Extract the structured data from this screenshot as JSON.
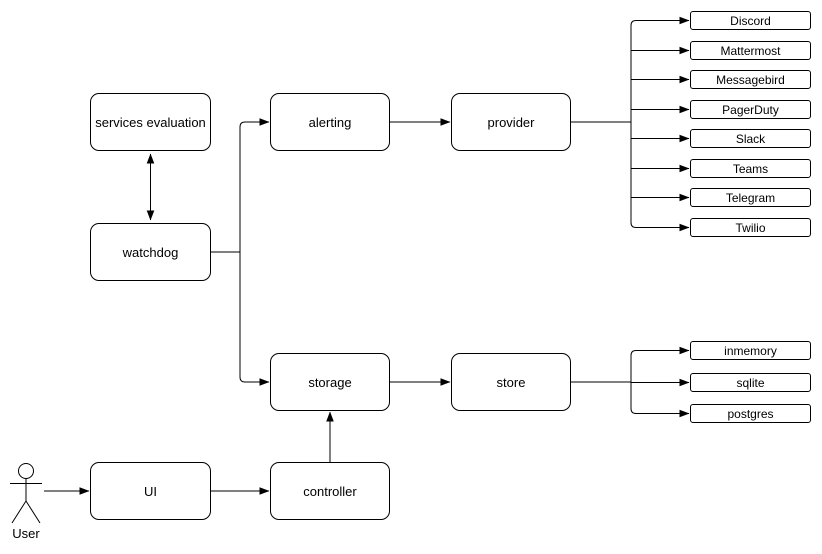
{
  "diagram": {
    "colors": {
      "background": "#ffffff",
      "stroke": "#000000",
      "text": "#000000"
    },
    "nodes": {
      "services_evaluation": "services evaluation",
      "watchdog": "watchdog",
      "alerting": "alerting",
      "provider": "provider",
      "storage": "storage",
      "store": "store",
      "ui": "UI",
      "controller": "controller"
    },
    "provider_targets": [
      "Discord",
      "Mattermost",
      "Messagebird",
      "PagerDuty",
      "Slack",
      "Teams",
      "Telegram",
      "Twilio"
    ],
    "store_targets": [
      "inmemory",
      "sqlite",
      "postgres"
    ],
    "actor": {
      "label": "User"
    },
    "edges": [
      {
        "from": "watchdog",
        "to": "services evaluation",
        "type": "bidirectional"
      },
      {
        "from": "watchdog",
        "to": "alerting",
        "type": "arrow"
      },
      {
        "from": "watchdog",
        "to": "storage",
        "type": "arrow"
      },
      {
        "from": "alerting",
        "to": "provider",
        "type": "arrow"
      },
      {
        "from": "provider",
        "to": "Discord",
        "type": "arrow"
      },
      {
        "from": "provider",
        "to": "Mattermost",
        "type": "arrow"
      },
      {
        "from": "provider",
        "to": "Messagebird",
        "type": "arrow"
      },
      {
        "from": "provider",
        "to": "PagerDuty",
        "type": "arrow"
      },
      {
        "from": "provider",
        "to": "Slack",
        "type": "arrow"
      },
      {
        "from": "provider",
        "to": "Teams",
        "type": "arrow"
      },
      {
        "from": "provider",
        "to": "Telegram",
        "type": "arrow"
      },
      {
        "from": "provider",
        "to": "Twilio",
        "type": "arrow"
      },
      {
        "from": "storage",
        "to": "store",
        "type": "arrow"
      },
      {
        "from": "store",
        "to": "inmemory",
        "type": "arrow"
      },
      {
        "from": "store",
        "to": "sqlite",
        "type": "arrow"
      },
      {
        "from": "store",
        "to": "postgres",
        "type": "arrow"
      },
      {
        "from": "UI",
        "to": "controller",
        "type": "arrow"
      },
      {
        "from": "controller",
        "to": "storage",
        "type": "arrow"
      },
      {
        "from": "User",
        "to": "UI",
        "type": "arrow"
      }
    ]
  }
}
